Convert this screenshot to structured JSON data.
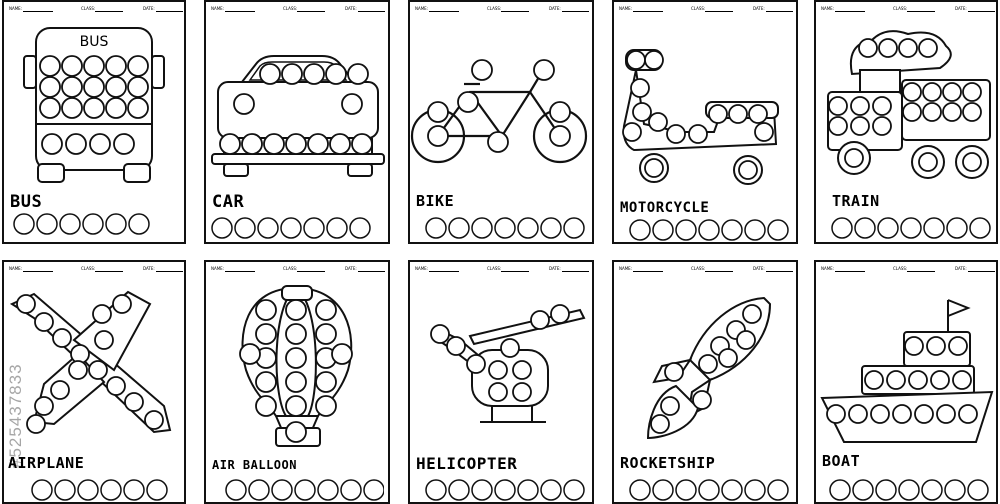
{
  "header": {
    "name_label": "NAME:",
    "class_label": "CLASS:",
    "date_label": "DATE:"
  },
  "cards": [
    {
      "id": "bus",
      "title": "BUS",
      "inner_label": "BUS",
      "count_circles": 6
    },
    {
      "id": "car",
      "title": "CAR",
      "count_circles": 7
    },
    {
      "id": "bike",
      "title": "BIKE",
      "count_circles": 7
    },
    {
      "id": "motorcycle",
      "title": "MOTORCYCLE",
      "count_circles": 7
    },
    {
      "id": "train",
      "title": "TRAIN",
      "count_circles": 7
    },
    {
      "id": "airplane",
      "title": "AIRPLANE",
      "count_circles": 6
    },
    {
      "id": "air-balloon",
      "title": "AIR BALLOON",
      "count_circles": 7
    },
    {
      "id": "helicopter",
      "title": "HELICOPTER",
      "count_circles": 7
    },
    {
      "id": "rocketship",
      "title": "ROCKETSHIP",
      "count_circles": 7
    },
    {
      "id": "boat",
      "title": "BOAT",
      "count_circles": 7
    }
  ],
  "watermark": "#525437833"
}
